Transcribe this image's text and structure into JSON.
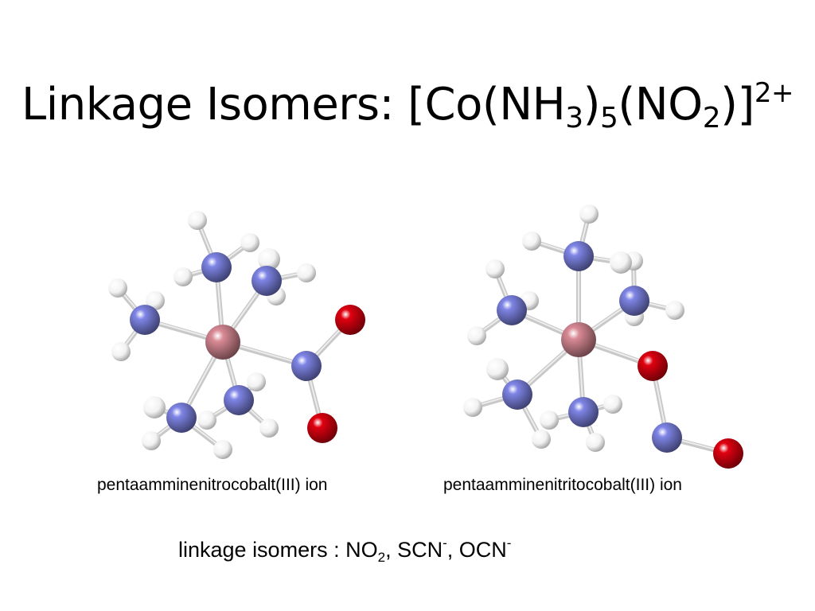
{
  "title": {
    "main": "Linkage Isomers: [Co(NH",
    "sub1": "3",
    "mid1": ")",
    "sub2": "5",
    "mid2": "(NO",
    "sub3": "2",
    "mid3": ")]",
    "sup": "2+"
  },
  "molecules": [
    {
      "caption": "pentaamminenitrocobalt(III) ion"
    },
    {
      "caption": "pentaamminenitritocobalt(III) ion"
    }
  ],
  "footnote": {
    "lead": "linkage isomers : NO",
    "sub": "2",
    "part2": ", SCN",
    "sup1": "-",
    "part3": ", OCN",
    "sup2": "-"
  },
  "colors": {
    "cobalt": "#d98a95",
    "nitrogen": "#7f85e6",
    "oxygen": "#e00010",
    "hydrogen": "#ffffff",
    "bond": "#c8c8c8"
  }
}
